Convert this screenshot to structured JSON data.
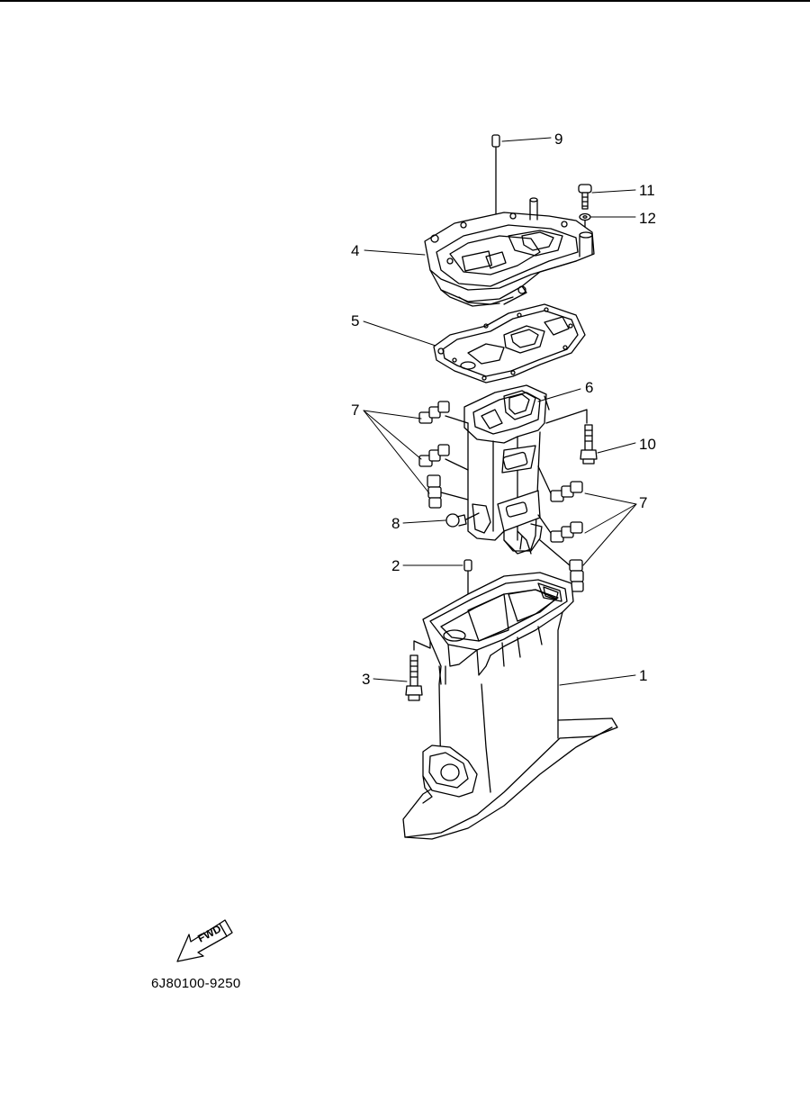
{
  "diagram": {
    "callouts": [
      {
        "id": "c1",
        "label": "1"
      },
      {
        "id": "c2",
        "label": "2"
      },
      {
        "id": "c3",
        "label": "3"
      },
      {
        "id": "c4",
        "label": "4"
      },
      {
        "id": "c5",
        "label": "5"
      },
      {
        "id": "c6",
        "label": "6"
      },
      {
        "id": "c7a",
        "label": "7"
      },
      {
        "id": "c7b",
        "label": "7"
      },
      {
        "id": "c8",
        "label": "8"
      },
      {
        "id": "c9",
        "label": "9"
      },
      {
        "id": "c10",
        "label": "10"
      },
      {
        "id": "c11",
        "label": "11"
      },
      {
        "id": "c12",
        "label": "12"
      }
    ],
    "direction_label": "FWD",
    "part_number": "6J80100-9250"
  },
  "colors": {
    "line": "#000000",
    "background": "#ffffff"
  }
}
